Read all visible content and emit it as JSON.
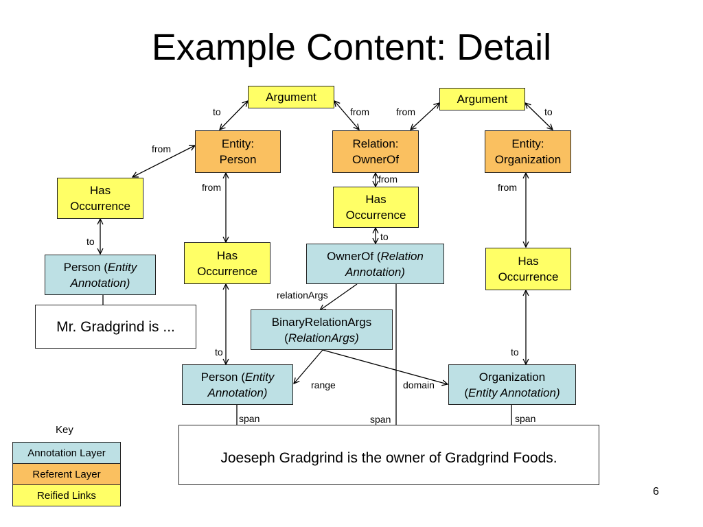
{
  "slide": {
    "title": "Example Content: Detail",
    "page_number": "6"
  },
  "nodes": {
    "arg_left": "Argument",
    "arg_right": "Argument",
    "entity_person": [
      "Entity:",
      "Person"
    ],
    "relation_ownerof": [
      "Relation:",
      "OwnerOf"
    ],
    "entity_org": [
      "Entity:",
      "Organization"
    ],
    "hasocc_far_left": [
      "Has",
      "Occurrence"
    ],
    "hasocc_mid_left": [
      "Has",
      "Occurrence"
    ],
    "hasocc_center": [
      "Has",
      "Occurrence"
    ],
    "hasocc_right": [
      "Has",
      "Occurrence"
    ],
    "person_anno_top": {
      "prefix": "Person (",
      "italic_1": "Entity",
      "italic_2": "Annotation)"
    },
    "ownerof_anno": {
      "prefix": "OwnerOf (",
      "italic_1": "Relation",
      "italic_2": "Annotation)"
    },
    "binary_args": {
      "line1": "BinaryRelationArgs",
      "open": "(",
      "italic": "RelationArgs)"
    },
    "person_anno_bottom": {
      "prefix": "Person (",
      "italic_1": "Entity",
      "italic_2": "Annotation)"
    },
    "org_anno": {
      "line1": "Organization",
      "open": "(",
      "italic": "Entity Annotation)"
    }
  },
  "texts": {
    "mr_gradgrind": "Mr. Gradgrind is ...",
    "sentence": "Joeseph Gradgrind is the owner of Gradgrind Foods."
  },
  "edge_labels": {
    "to_arg_left": "to",
    "from_arg_left": "from",
    "from_arg_right": "from",
    "to_arg_right": "to",
    "from_person_left": "from",
    "from_person_down": "from",
    "from_relation": "from",
    "from_org": "from",
    "to_far_left": "to",
    "to_center": "to",
    "relation_args": "relationArgs",
    "to_mid_left": "to",
    "to_right": "to",
    "range": "range",
    "domain": "domain",
    "span_left": "span",
    "span_mid": "span",
    "span_right": "span"
  },
  "key": {
    "title": "Key",
    "items": [
      {
        "label": "Annotation Layer",
        "color": "#bde0e4"
      },
      {
        "label": "Referent Layer",
        "color": "#fac060"
      },
      {
        "label": "Reified Links",
        "color": "#ffff66"
      }
    ]
  },
  "colors": {
    "annotation": "#bde0e4",
    "referent": "#fac060",
    "reified": "#ffff66"
  }
}
